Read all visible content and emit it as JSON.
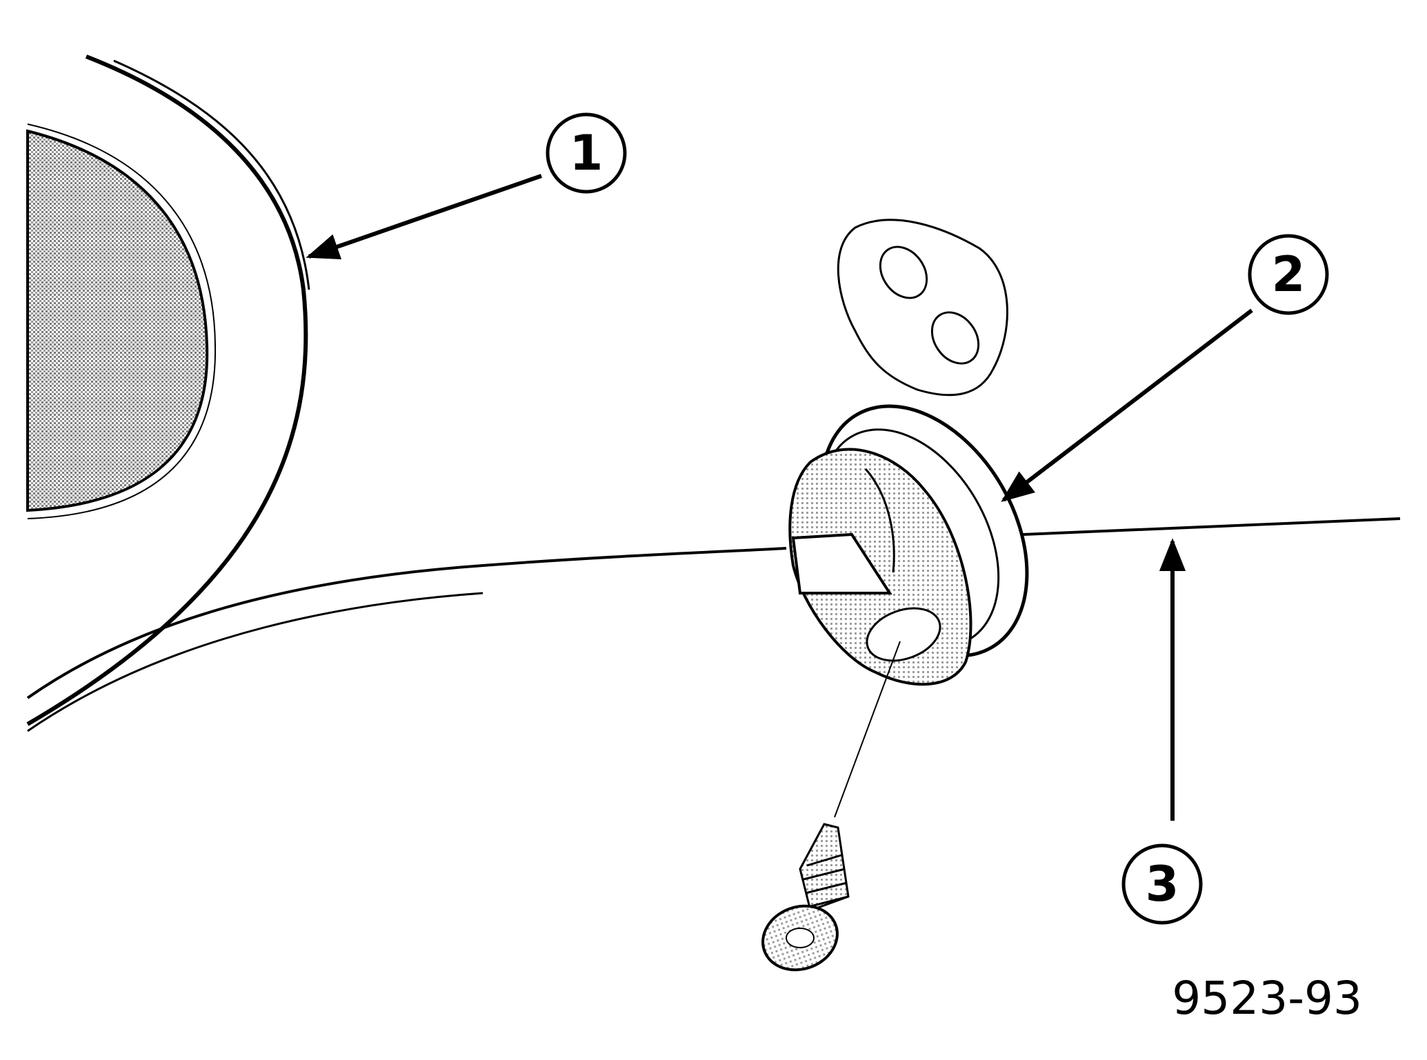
{
  "callouts": [
    {
      "number": "1"
    },
    {
      "number": "2"
    },
    {
      "number": "3"
    }
  ],
  "figure_id": "9523-93",
  "colors": {
    "ink": "#000000",
    "paper": "#ffffff",
    "shading": "#8a8a8a"
  }
}
